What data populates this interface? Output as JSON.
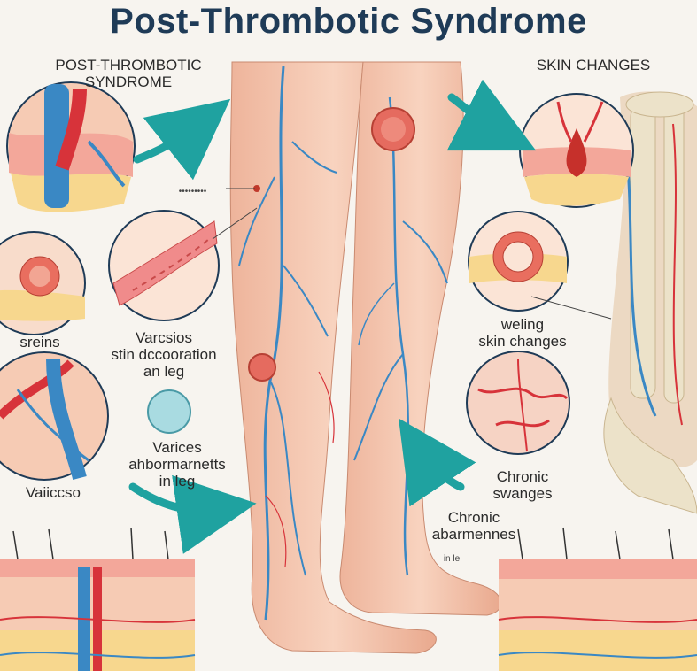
{
  "title": "Post-Thrombotic Syndrome",
  "labels": {
    "pts_line1": "POST-THROMBOTIC",
    "pts_line2": "SYNDROME",
    "skin_changes_top": "SKIN CHANGES",
    "tiny_label": "•••••••••",
    "sreins": "sreins",
    "varcsios": "Varcsios",
    "stin_line": "stin dccooration",
    "an_leg": "an leg",
    "varices": "Varices",
    "abormaments": "ahbormarnetts",
    "in_leg": "in leg",
    "variccso": "Vaiiccso",
    "weling": "weling",
    "skin_changes_mid": "skin changes",
    "chronic1": "Chronic",
    "swanges": "swanges",
    "chronic2": "Chronic",
    "abarmennes": "abarmennes",
    "in_le": "in le"
  },
  "colors": {
    "title": "#1f3b57",
    "vein_blue": "#3a88c4",
    "artery_red": "#d7333a",
    "skin": "#f6cbb4",
    "arrow": "#1fa2a0",
    "bone": "#ece2c9"
  }
}
